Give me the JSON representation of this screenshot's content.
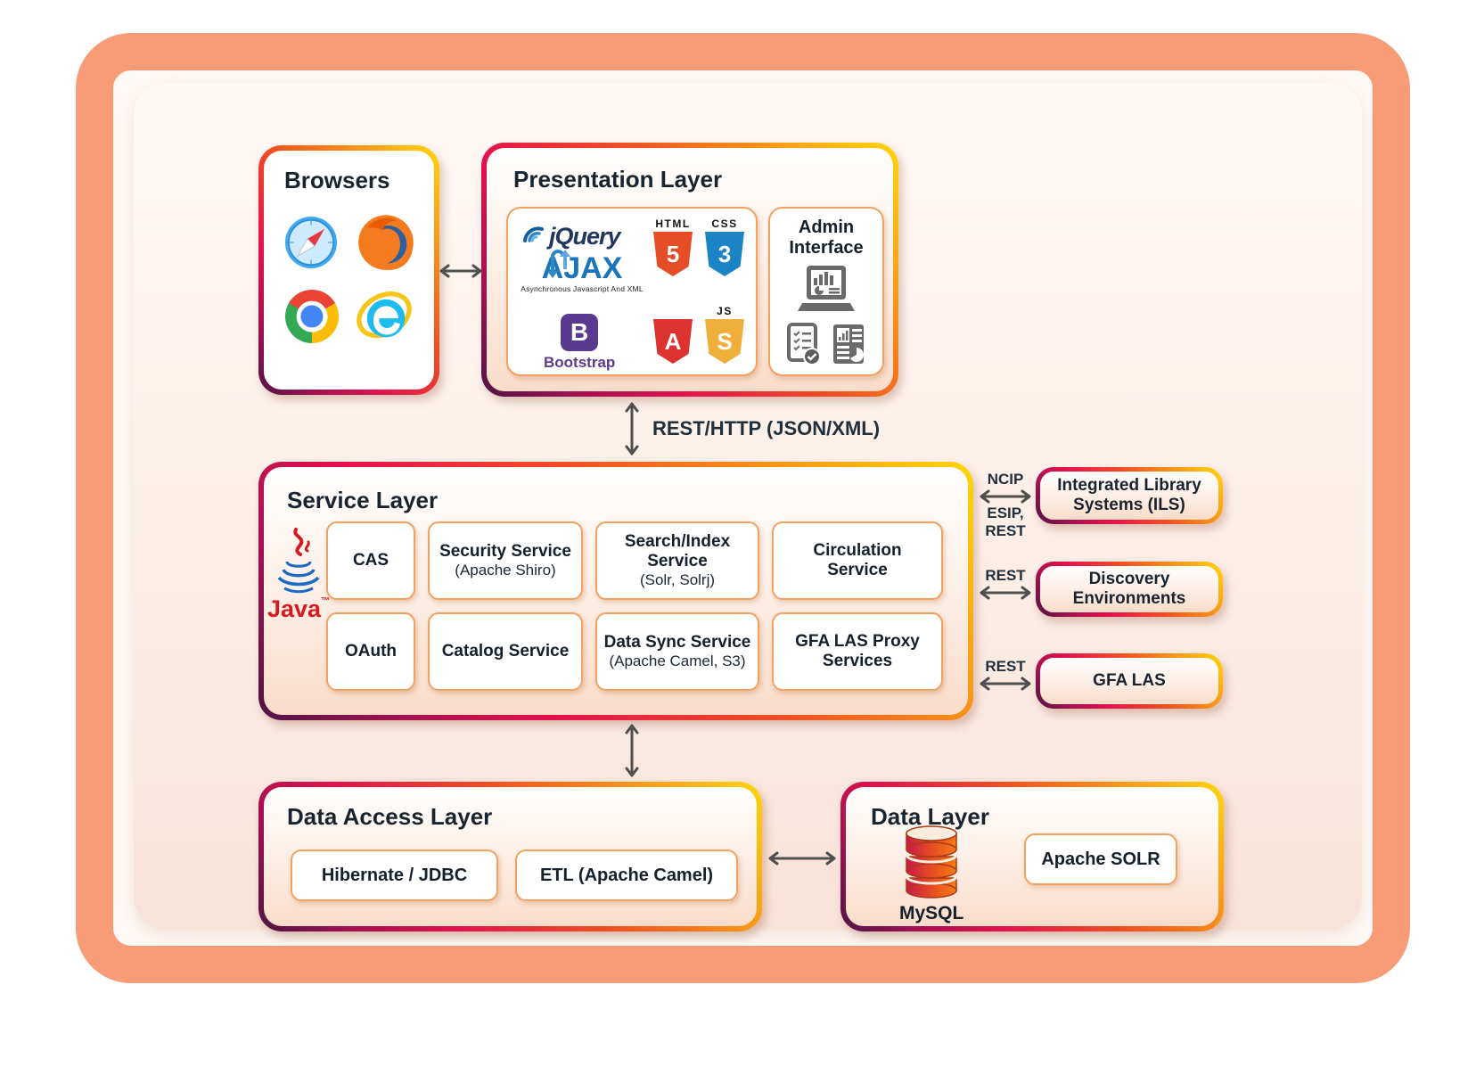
{
  "colors": {
    "frame_salmon": "#F89C78",
    "gradient_border": [
      "#4E1544",
      "#E3114E",
      "#F04E23",
      "#FFD60A"
    ],
    "inner_box_border": "#F1A263",
    "arrow_gray": "#4F4F4F",
    "text_dark": "#19242F"
  },
  "browsers": {
    "title": "Browsers",
    "icons": [
      "safari-icon",
      "firefox-icon",
      "chrome-icon",
      "ie-icon"
    ]
  },
  "presentation": {
    "title": "Presentation Layer",
    "tech": {
      "jquery_text": "jQuery",
      "ajax_text": "AJAX",
      "ajax_caption": "Asynchronous Javascript And XML",
      "bootstrap_letter": "B",
      "bootstrap_text": "Bootstrap",
      "shields": [
        {
          "label": "HTML",
          "glyph": "5",
          "color": "#E44D26"
        },
        {
          "label": "CSS",
          "glyph": "3",
          "color": "#1B84C4"
        },
        {
          "label": "",
          "glyph": "A",
          "color": "#DD3330"
        },
        {
          "label": "JS",
          "glyph": "S",
          "color": "#EFAF3A"
        }
      ]
    },
    "admin": {
      "title": "Admin\nInterface"
    }
  },
  "connections": {
    "rest_http": "REST/HTTP (JSON/XML)",
    "ils": {
      "above": "NCIP",
      "below": "ESIP,\nREST"
    },
    "discovery": {
      "above": "REST"
    },
    "gfa": {
      "above": "REST"
    }
  },
  "service": {
    "title": "Service Layer",
    "java_text": "Java",
    "boxes": [
      {
        "title": "CAS",
        "subtitle": ""
      },
      {
        "title": "Security Service",
        "subtitle": "(Apache Shiro)"
      },
      {
        "title": "Search/Index Service",
        "subtitle": "(Solr, Solrj)"
      },
      {
        "title": "Circulation Service",
        "subtitle": ""
      },
      {
        "title": "OAuth",
        "subtitle": ""
      },
      {
        "title": "Catalog Service",
        "subtitle": ""
      },
      {
        "title": "Data Sync Service",
        "subtitle": "(Apache Camel, S3)"
      },
      {
        "title": "GFA LAS Proxy Services",
        "subtitle": ""
      }
    ]
  },
  "external": [
    {
      "text": "Integrated Library\nSystems (ILS)"
    },
    {
      "text": "Discovery\nEnvironments"
    },
    {
      "text": "GFA LAS"
    }
  ],
  "data_access": {
    "title": "Data Access Layer",
    "items": [
      "Hibernate / JDBC",
      "ETL (Apache Camel)"
    ]
  },
  "data_layer": {
    "title": "Data Layer",
    "mysql_label": "MySQL",
    "solr_label": "Apache SOLR"
  }
}
